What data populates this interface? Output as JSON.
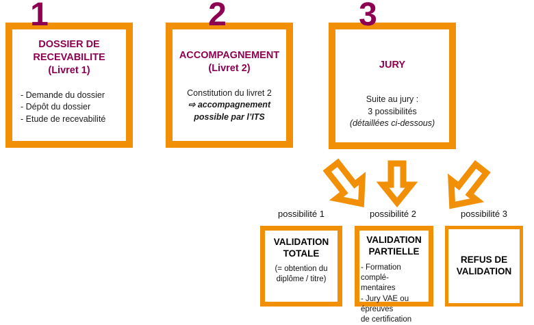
{
  "theme": {
    "orange": "#F18F06",
    "magenta": "#8E0050",
    "text": "#111111",
    "background": "#FFFFFF"
  },
  "diagram": {
    "type": "process-flow",
    "title_visible": false
  },
  "steps": [
    {
      "number": "1",
      "title_line1": "DOSSIER DE",
      "title_line2": "RECEVABILITE",
      "subtitle": "(Livret 1)",
      "bullets": [
        "- Demande du dossier",
        "- Dépôt du dossier",
        "- Etude de recevabilité"
      ]
    },
    {
      "number": "2",
      "title_line1": "ACCOMPAGNEMENT",
      "title_line2": "",
      "subtitle": "(Livret 2)",
      "body_line1": "Constitution du livret 2",
      "body_line2": "⇨ accompagnement",
      "body_line3": "possible par l’ITS"
    },
    {
      "number": "3",
      "title_line1": "JURY",
      "title_line2": "",
      "subtitle": "",
      "body_line1": "Suite au jury :",
      "body_line2": "3 possibilités",
      "body_line3": "(détaillées ci-dessous)"
    }
  ],
  "arrows": [
    {
      "name": "arrow-to-possibility-1",
      "direction": "down-left"
    },
    {
      "name": "arrow-to-possibility-2",
      "direction": "down"
    },
    {
      "name": "arrow-to-possibility-3",
      "direction": "down-right"
    }
  ],
  "outcomes": [
    {
      "label": "possibilité 1",
      "heading_line1": "VALIDATION",
      "heading_line2": "TOTALE",
      "body_line1": "(= obtention du",
      "body_line2": "diplôme / titre)",
      "body_line3": "",
      "body_line4": ""
    },
    {
      "label": "possibilité 2",
      "heading_line1": "VALIDATION",
      "heading_line2": "PARTIELLE",
      "body_line1": "- Formation complé-",
      "body_line2": "mentaires",
      "body_line3": "- Jury VAE ou épreuves",
      "body_line4": "de certification"
    },
    {
      "label": "possibilité 3",
      "heading_line1": "REFUS DE",
      "heading_line2": "VALIDATION",
      "body_line1": "",
      "body_line2": "",
      "body_line3": "",
      "body_line4": ""
    }
  ]
}
